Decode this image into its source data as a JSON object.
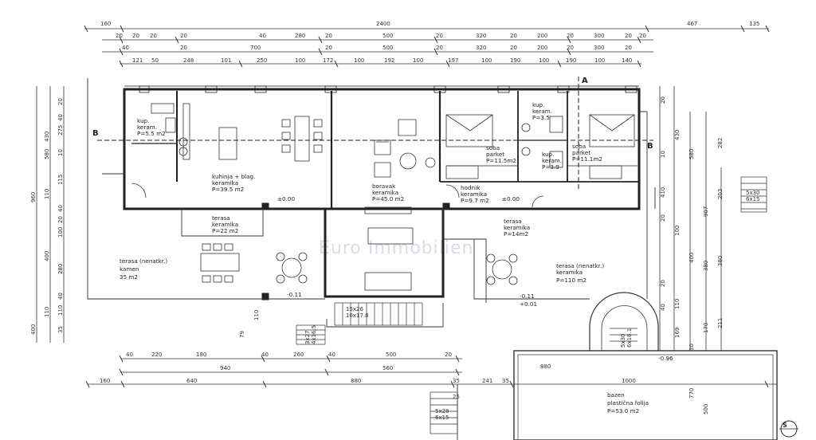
{
  "watermark": "Euro Immobilien",
  "top_dims": {
    "row1": [
      "160",
      "2400",
      "467",
      "135"
    ],
    "row2": [
      "20",
      "20",
      "20",
      "20",
      "40",
      "280",
      "20",
      "500",
      "20",
      "320",
      "20",
      "200",
      "20",
      "300",
      "20",
      "20"
    ],
    "row3": [
      "40",
      "20",
      "700",
      "20",
      "500",
      "20",
      "320",
      "20",
      "200",
      "20",
      "300",
      "20"
    ],
    "row4": [
      "121",
      "50",
      "248",
      "101",
      "250",
      "100",
      "172",
      "100",
      "192",
      "100",
      "197",
      "100",
      "190",
      "100",
      "190",
      "100",
      "140"
    ]
  },
  "left_dims": [
    "20",
    "40",
    "275",
    "430",
    "580",
    "10",
    "115",
    "960",
    "110",
    "40",
    "20",
    "100",
    "400",
    "280",
    "400",
    "40",
    "110",
    "35",
    "110"
  ],
  "right_dims": [
    "20",
    "430",
    "380",
    "580",
    "10",
    "410",
    "20",
    "907",
    "282",
    "203",
    "100",
    "400",
    "380",
    "211",
    "170",
    "30",
    "20",
    "40",
    "169",
    "110",
    "770",
    "500"
  ],
  "bottom_dims": {
    "row1": [
      "40",
      "220",
      "180",
      "40",
      "260",
      "40",
      "500",
      "20"
    ],
    "row2": [
      "940",
      "560"
    ],
    "row3": [
      "160",
      "640",
      "880",
      "35",
      "241",
      "35",
      "1000"
    ],
    "other": [
      "880",
      "79",
      "110",
      "25"
    ]
  },
  "rooms": [
    {
      "name": "kup.",
      "finish": "keram.",
      "area": "P=5.5 m2"
    },
    {
      "name": "kuhinja + blag.",
      "finish": "keramika",
      "area": "P=39.5 m2"
    },
    {
      "name": "boravak",
      "finish": "keramika",
      "area": "P=45.0 m2"
    },
    {
      "name": "hodnik",
      "finish": "keramika",
      "area": "P=9.7 m2"
    },
    {
      "name": "soba",
      "finish": "parket",
      "area": "P=11.5m2"
    },
    {
      "name": "kup.",
      "finish": "keram.",
      "area": "P=3.5"
    },
    {
      "name": "kup.",
      "finish": "keram.",
      "area": "P=3.9"
    },
    {
      "name": "soba",
      "finish": "parket",
      "area": "P=11.1m2"
    },
    {
      "name": "terasa",
      "finish": "keramika",
      "area": "P=22 m2"
    },
    {
      "name": "terasa (nenatkr.)",
      "finish": "kamen",
      "area": "35 m2"
    },
    {
      "name": "terasa",
      "finish": "keramika",
      "area": "P=14m2"
    },
    {
      "name": "terasa (nenatkr.)",
      "finish": "keramika",
      "area": "P=110 m2"
    },
    {
      "name": "bazen",
      "finish": "plastična folija",
      "area": "P=53.0 m2"
    }
  ],
  "levels": [
    "±0.00",
    "±0.00",
    "-0.11",
    "-0.11",
    "+0.01",
    "-0.96"
  ],
  "section_marks": [
    "B",
    "B",
    "A"
  ],
  "stairs": [
    {
      "count": "15x26",
      "sub": "16x17.8"
    },
    {
      "count": "3x27",
      "sub": "4x16.5"
    },
    {
      "count": "5x30",
      "sub": "6x15"
    },
    {
      "count": "5x30",
      "sub": "6x16.1"
    },
    {
      "count": "5x28",
      "sub": "6x15"
    }
  ],
  "north": "S"
}
